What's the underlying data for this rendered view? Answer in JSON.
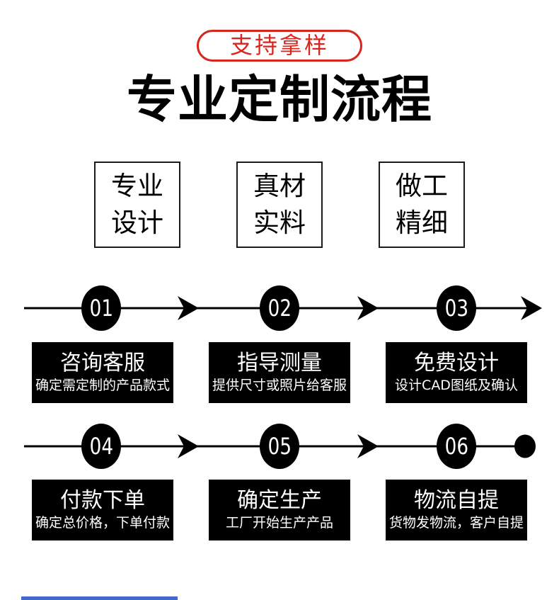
{
  "badge": {
    "label": "支持拿样"
  },
  "title": "专业定制流程",
  "features": [
    {
      "label": "专业\n设计"
    },
    {
      "label": "真材\n实料"
    },
    {
      "label": "做工\n精细"
    }
  ],
  "steps": [
    {
      "number": "01",
      "title": "咨询客服",
      "desc": "确定需定制的产品款式"
    },
    {
      "number": "02",
      "title": "指导测量",
      "desc": "提供尺寸或照片给客服"
    },
    {
      "number": "03",
      "title": "免费设计",
      "desc": "设计CAD图纸及确认"
    },
    {
      "number": "04",
      "title": "付款下单",
      "desc": "确定总价格，下单付款"
    },
    {
      "number": "05",
      "title": "确定生产",
      "desc": "工厂开始生产产品"
    },
    {
      "number": "06",
      "title": "物流自提",
      "desc": "货物发物流，客户自提"
    }
  ],
  "colors": {
    "accent_red": "#d7261f",
    "step_black": "#000000",
    "bar_blue": "#4169c9"
  }
}
